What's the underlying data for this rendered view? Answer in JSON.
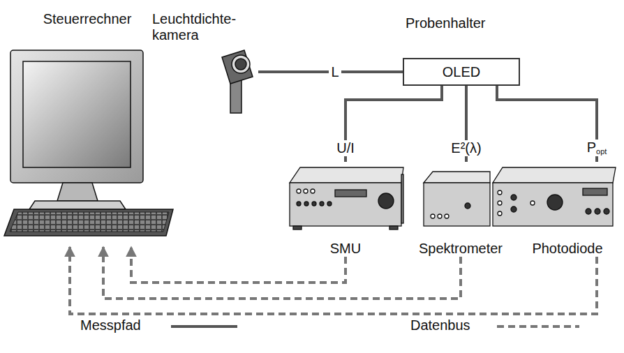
{
  "diagram": {
    "nodes": [
      {
        "text": [
          "Steuerrechner"
        ]
      },
      {
        "text": [
          "Leuchtdichte- kamera"
        ]
      },
      {
        "text": [
          "OLED"
        ]
      },
      {
        "text": [
          "SMU"
        ]
      },
      {
        "text": [
          "Spektrometer"
        ]
      },
      {
        "text": [
          "Photodiode"
        ]
      }
    ],
    "edges": [
      {
        "from": 1,
        "to": 2,
        "label": "L",
        "arrow": "none"
      },
      {
        "from": 2,
        "to": 3,
        "label": "U/I",
        "arrow": "none"
      },
      {
        "from": 2,
        "to": 4,
        "label": "E²(λ)",
        "arrow": "none"
      },
      {
        "from": 2,
        "to": 5,
        "label": "Popt",
        "arrow": "none"
      },
      {
        "from": 3,
        "to": 0,
        "arrow": "to"
      },
      {
        "from": 4,
        "to": 0,
        "arrow": "to"
      },
      {
        "from": 5,
        "to": 0,
        "arrow": "to"
      }
    ],
    "labels": [
      "Probenhalter"
    ],
    "legend": [
      {
        "text": "Messpfad"
      },
      {
        "text": "Datenbus"
      }
    ]
  }
}
